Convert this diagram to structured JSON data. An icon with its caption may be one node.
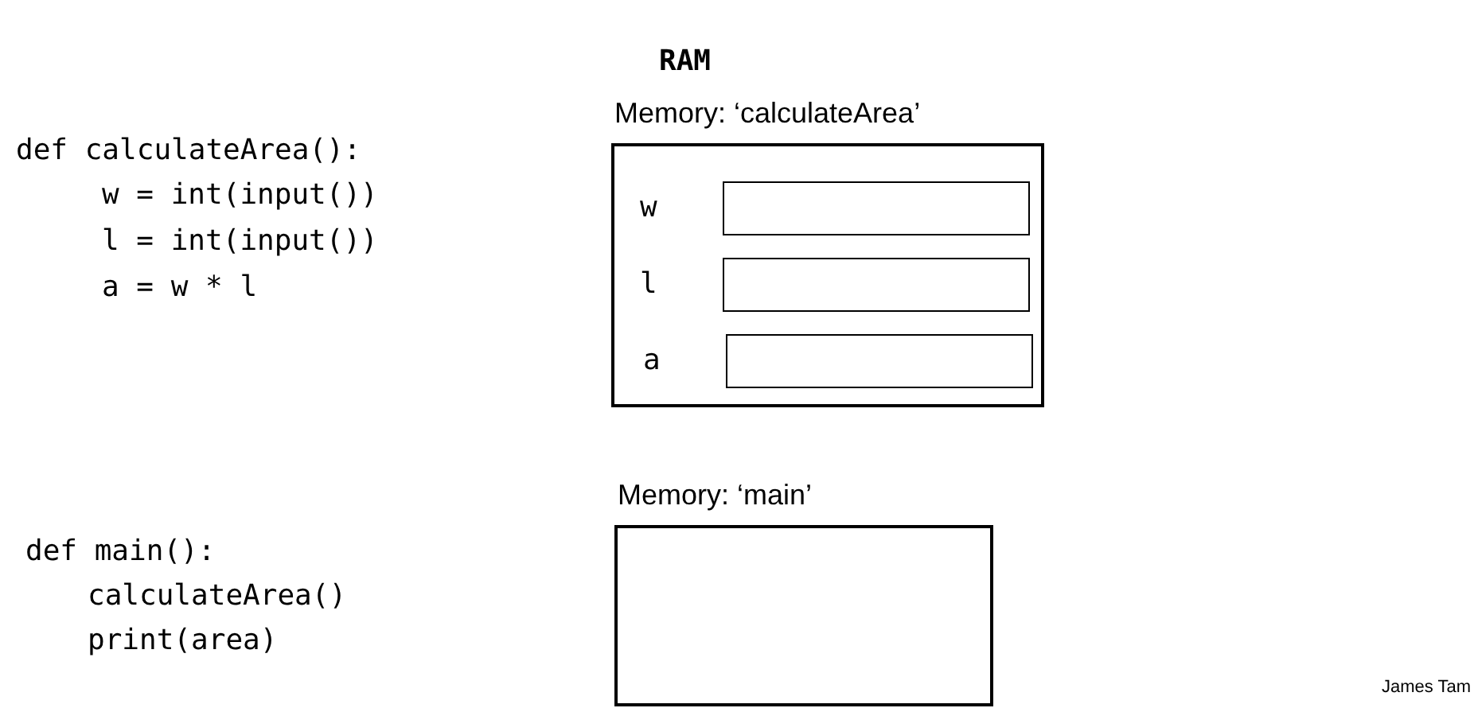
{
  "diagram": {
    "nodes": [
      {
        "text": [
          "Memory: ‘calculateArea’"
        ]
      },
      {
        "text": [],
        "shape": "box",
        "in": 0,
        "beside": [
          "w"
        ]
      },
      {
        "text": [],
        "shape": "box",
        "in": 0,
        "beside": [
          "l"
        ]
      },
      {
        "text": [],
        "shape": "box",
        "in": 0,
        "beside": [
          "a"
        ]
      },
      {
        "text": [
          "Memory: ‘main’"
        ]
      }
    ],
    "edges": [],
    "labels": [
      "RAM",
      "def calculateArea():",
      "w = int(input())",
      "l = int(input())",
      "a = w * l",
      "def main():",
      "calculateArea()",
      "print(area)",
      "James Tam"
    ]
  }
}
